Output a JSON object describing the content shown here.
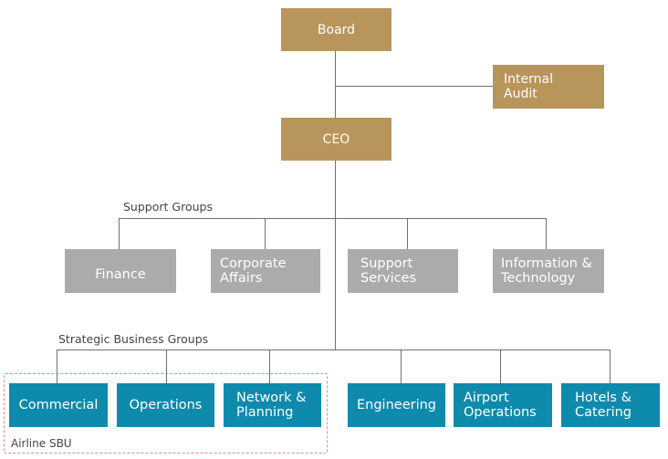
{
  "colors": {
    "executive": "#b8955a",
    "support": "#ababab",
    "business": "#0e8aad",
    "connector": "#6f6f6f",
    "sbu_outline": "#e48a94"
  },
  "executive": {
    "board": "Board",
    "internal_audit": "Internal\nAudit",
    "ceo": "CEO"
  },
  "support_groups": {
    "label": "Support Groups",
    "items": [
      {
        "label": "Finance"
      },
      {
        "label": "Corporate\nAffairs"
      },
      {
        "label": "Support\nServices"
      },
      {
        "label": "Information &\nTechnology"
      }
    ]
  },
  "strategic_business_groups": {
    "label": "Strategic Business Groups",
    "airline_sbu_label": "Airline SBU",
    "items": [
      {
        "label": "Commercial"
      },
      {
        "label": "Operations"
      },
      {
        "label": "Network &\nPlanning"
      },
      {
        "label": "Engineering"
      },
      {
        "label": "Airport\nOperations"
      },
      {
        "label": "Hotels &\nCatering"
      }
    ]
  }
}
